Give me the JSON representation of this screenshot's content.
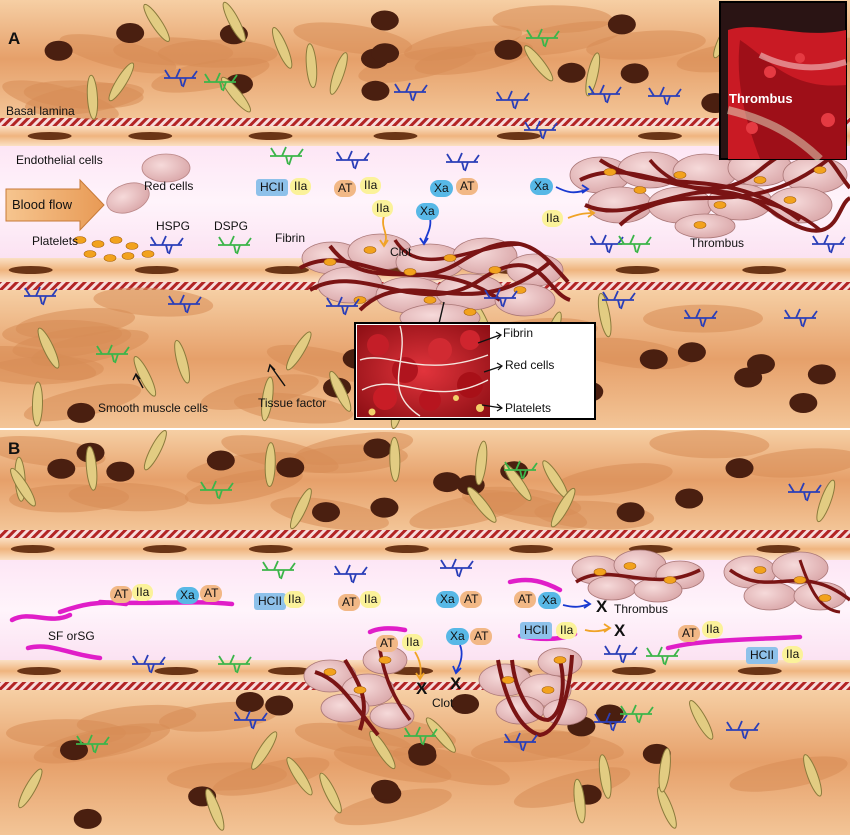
{
  "panel_a": {
    "label": "A",
    "basal_lamina": "Basal lamina",
    "endothelial_cells": "Endothelial cells",
    "red_cells": "Red cells",
    "blood_flow": "Blood flow",
    "platelets": "Platelets",
    "hspg": "HSPG",
    "dspg": "DSPG",
    "fibrin": "Fibrin",
    "clot": "Clot",
    "thrombus": "Thrombus",
    "smooth_muscle_cells": "Smooth muscle cells",
    "tissue_factor": "Tissue factor",
    "inset_thrombus": "Thrombus",
    "micro_fibrin": "Fibrin",
    "micro_red_cells": "Red cells",
    "micro_platelets": "Platelets",
    "hcii": "HCII",
    "iia": "IIa",
    "at": "AT",
    "xa": "Xa"
  },
  "panel_b": {
    "label": "B",
    "sf_or_sg": "SF orSG",
    "thrombus": "Thrombus",
    "clot": "Clot",
    "hcii": "HCII",
    "iia": "IIa",
    "at": "AT",
    "xa": "Xa",
    "x_mark": "X"
  },
  "colors": {
    "tissue": "#e9a770",
    "lumen": "#fbe6f4",
    "fibrin": "#7a1414",
    "hspg": "#2b3fb8",
    "dspg": "#3cb54a",
    "sulfated_polymer": "#e01ec8",
    "platelet": "#f2a21d"
  }
}
